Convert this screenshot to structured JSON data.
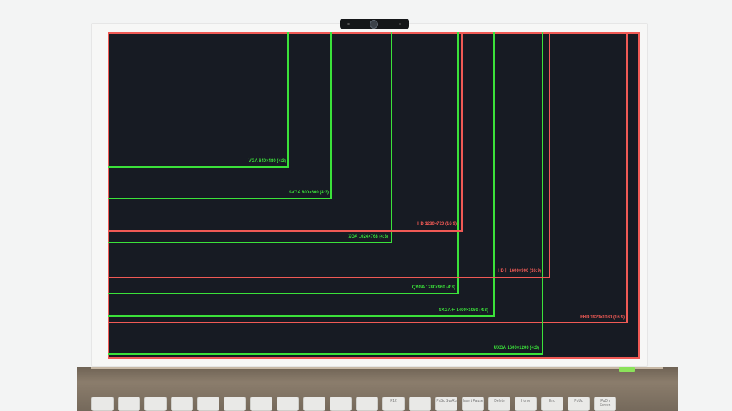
{
  "photo": {
    "subject": "laptop",
    "frame_color": "#f7f7f6",
    "screen_color": "#171b23"
  },
  "resolutions": [
    {
      "id": "vga",
      "label": "VGA 640×480 (4:3)",
      "color": "green"
    },
    {
      "id": "svga",
      "label": "SVGA 800×600 (4:3)",
      "color": "green"
    },
    {
      "id": "hd",
      "label": "HD 1280×720 (16:9)",
      "color": "red"
    },
    {
      "id": "xga",
      "label": "XGA 1024×768 (4:3)",
      "color": "green"
    },
    {
      "id": "hdplus",
      "label": "HD＋ 1600×900 (16:9)",
      "color": "red"
    },
    {
      "id": "qvga",
      "label": "QVGA 1280×960 (4:3)",
      "color": "green"
    },
    {
      "id": "sxgaplus",
      "label": "SXGA＋ 1400×1050 (4:3)",
      "color": "green"
    },
    {
      "id": "fhd",
      "label": "FHD 1920×1080 (16:9)",
      "color": "red"
    },
    {
      "id": "uxga",
      "label": "UXGA 1600×1200 (4:3)",
      "color": "green"
    }
  ],
  "colors": {
    "green": "#3be23a",
    "red": "#f05a55"
  },
  "keyboard": {
    "keys": [
      "",
      "",
      "",
      "",
      "",
      "",
      "",
      "",
      "",
      "",
      "",
      "F12",
      "",
      "PrtSc SysRq",
      "Insert Pause",
      "Delete",
      "Home",
      "End",
      "PgUp",
      "PgDn Screen"
    ]
  }
}
